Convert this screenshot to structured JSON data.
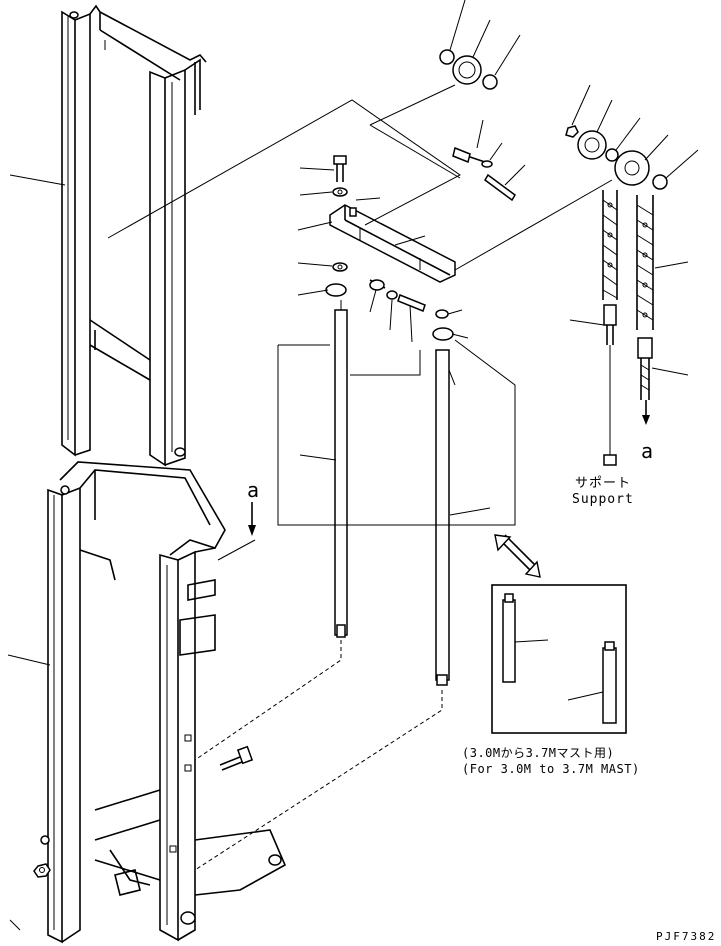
{
  "labels": {
    "detail_a": "a",
    "detail_a_arrow": "a",
    "support_jp": "サポート",
    "support_en": "Support",
    "inset_jp": "(3.0Mから3.7Mマスト用)",
    "inset_en": "(For 3.0M to 3.7M MAST)",
    "drawing_number": "PJF7382"
  },
  "parts": [
    "inner-mast",
    "outer-mast",
    "cross-plate",
    "bolt",
    "washer",
    "nut",
    "sheave-top",
    "sheave-right",
    "chain-left",
    "chain-right",
    "chain-anchor-bolt",
    "lift-cylinder-left",
    "lift-cylinder-right",
    "cylinder-bracket",
    "pin",
    "inset-cylinders"
  ]
}
